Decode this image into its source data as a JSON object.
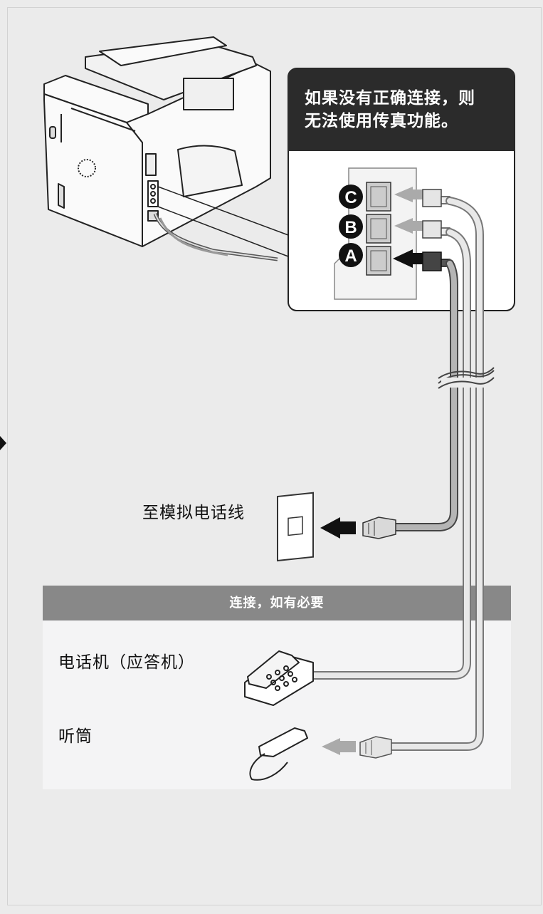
{
  "callout": {
    "title_line1": "如果没有正确连接，则",
    "title_line2": "无法使用传真功能。"
  },
  "ports": [
    "C",
    "B",
    "A"
  ],
  "analog_line_label": "至模拟电话线",
  "optional_band_label": "连接，如有必要",
  "telephone_label": "电话机（应答机）",
  "handset_label": "听筒"
}
